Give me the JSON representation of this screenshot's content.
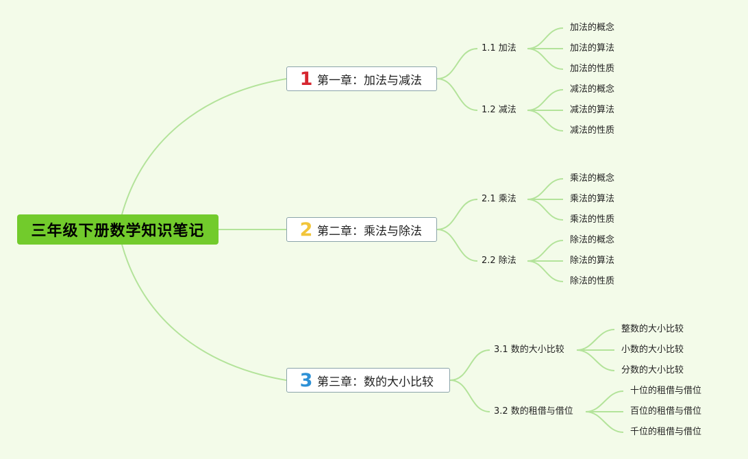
{
  "root": "三年级下册数学知识笔记",
  "colors": {
    "background": "#f3fbe9",
    "root_fill": "#72cb2c",
    "connector": "#b3e39a",
    "chapter_border": "#8aa3a9",
    "num1": "#d6262f",
    "num2": "#f2c53a",
    "num3": "#2e91d6"
  },
  "chapters": [
    {
      "num": "1",
      "title": "第一章：加法与减法",
      "sections": [
        {
          "label": "1.1 加法",
          "items": [
            "加法的概念",
            "加法的算法",
            "加法的性质"
          ]
        },
        {
          "label": "1.2 减法",
          "items": [
            "减法的概念",
            "减法的算法",
            "减法的性质"
          ]
        }
      ]
    },
    {
      "num": "2",
      "title": "第二章：乘法与除法",
      "sections": [
        {
          "label": "2.1 乘法",
          "items": [
            "乘法的概念",
            "乘法的算法",
            "乘法的性质"
          ]
        },
        {
          "label": "2.2 除法",
          "items": [
            "除法的概念",
            "除法的算法",
            "除法的性质"
          ]
        }
      ]
    },
    {
      "num": "3",
      "title": "第三章：数的大小比较",
      "sections": [
        {
          "label": "3.1 数的大小比较",
          "items": [
            "整数的大小比较",
            "小数的大小比较",
            "分数的大小比较"
          ]
        },
        {
          "label": "3.2 数的租借与借位",
          "items": [
            "十位的租借与借位",
            "百位的租借与借位",
            "千位的租借与借位"
          ]
        }
      ]
    }
  ]
}
